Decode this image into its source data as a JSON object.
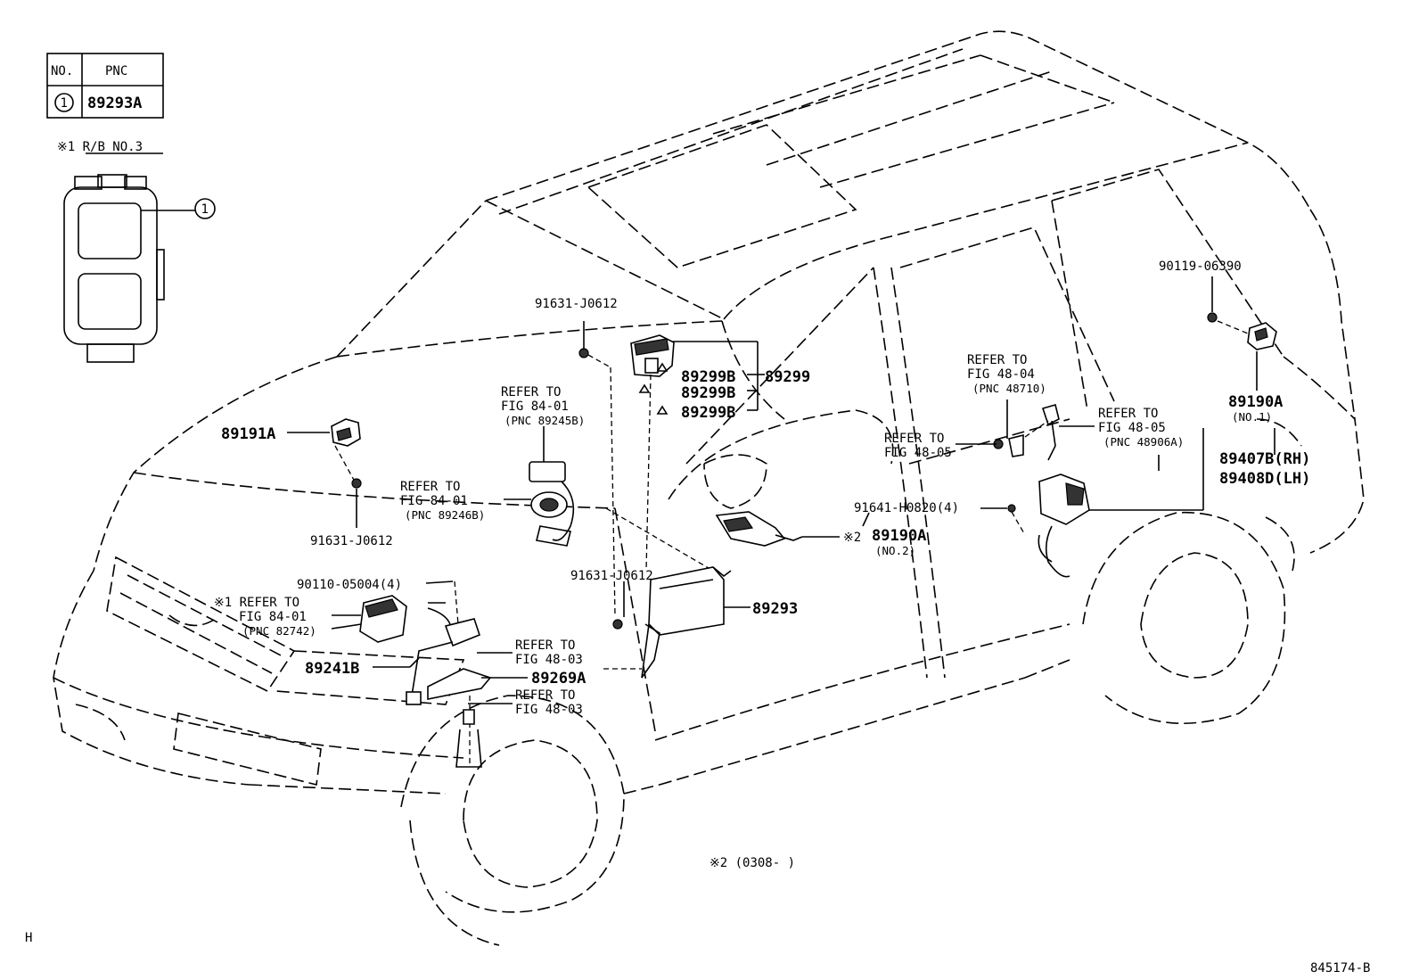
{
  "table": {
    "col_no": "NO.",
    "col_pnc": "PNC",
    "row_no": "1",
    "row_pnc": "89293A"
  },
  "relay_block": {
    "title": "※1 R/B NO.3",
    "callout": "1"
  },
  "labels": {
    "p89191A": "89191A",
    "bolt_91631_a": "91631-J0612",
    "bolt_91631_b": "91631-J0612",
    "bolt_91631_c": "91631-J0612",
    "ref8401a_1": "REFER TO",
    "ref8401a_2": "FIG 84-01",
    "ref8401a_3": "(PNC 89245B)",
    "ref8401b_1": "REFER TO",
    "ref8401b_2": "FIG 84-01",
    "ref8401b_3": "(PNC 89246B)",
    "ref8401c_1": "※1 REFER TO",
    "ref8401c_2": "FIG 84-01",
    "ref8401c_3": "(PNC 82742)",
    "bolt_90110": "90110-05004(4)",
    "p89241B": "89241B",
    "ref4803a_1": "REFER TO",
    "ref4803a_2": "FIG 48-03",
    "p89269A": "89269A",
    "ref4803b_1": "REFER TO",
    "ref4803b_2": "FIG 48-03",
    "p89299": "89299",
    "p89299B_1": "89299B",
    "p89299B_2": "89299B",
    "p89299B_3": "89299B",
    "p89293": "89293",
    "ref4805a_1": "REFER TO",
    "ref4805a_2": "FIG 48-05",
    "bolt_91641": "91641-H0820(4)",
    "p89190A_no2_mark": "※2",
    "p89190A_no2": "89190A",
    "p89190A_no2_sub": "(NO.2)",
    "ref4804_1": "REFER TO",
    "ref4804_2": "FIG 48-04",
    "ref4804_3": "(PNC 48710)",
    "ref4805b_1": "REFER TO",
    "ref4805b_2": "FIG 48-05",
    "ref4805b_3": "(PNC 48906A)",
    "bolt_90119": "90119-06390",
    "p89190A_no1": "89190A",
    "p89190A_no1_sub": "(NO.1)",
    "p89407B": "89407B(RH)",
    "p89408D": "89408D(LH)",
    "footnote2": "※2 (0308-      )",
    "corner_h": "H",
    "figure_code": "845174-B"
  }
}
